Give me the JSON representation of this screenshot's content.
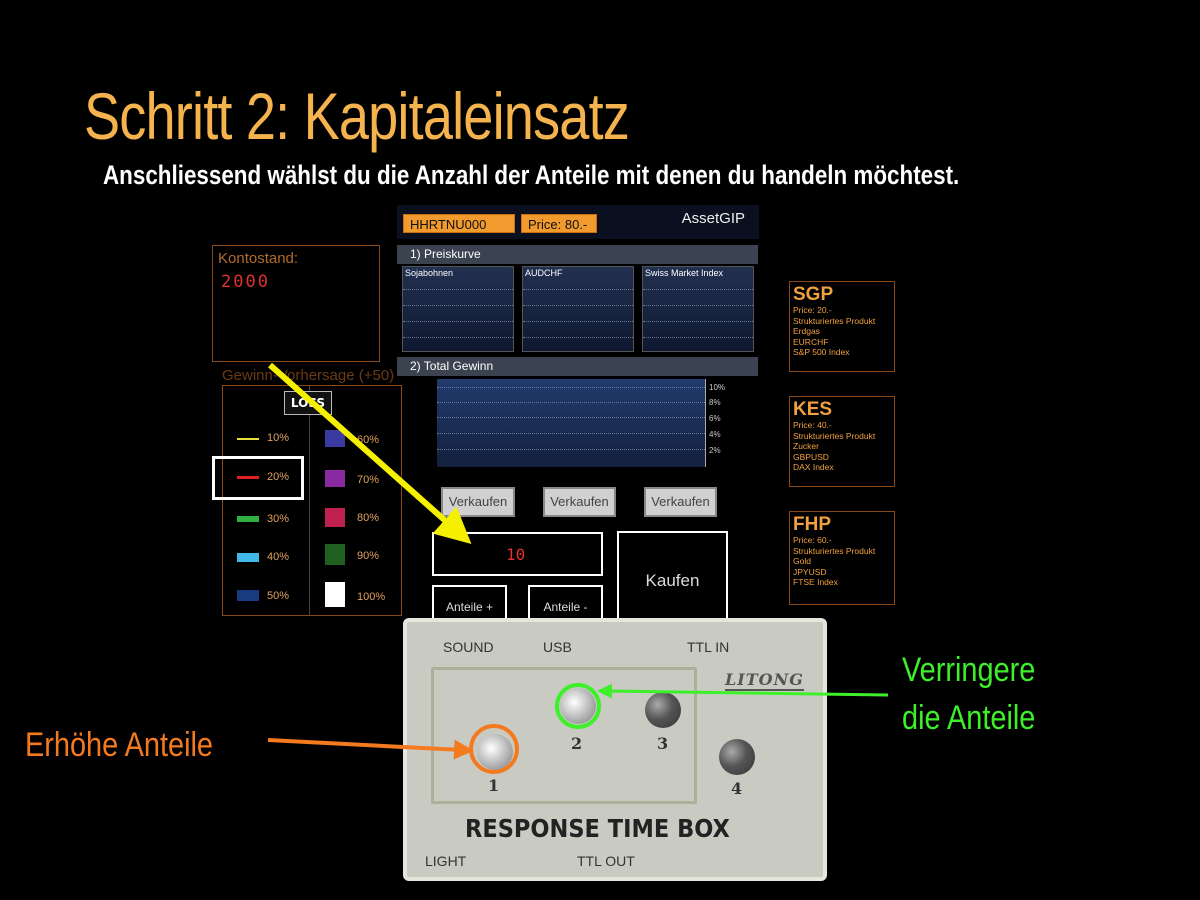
{
  "heading": {
    "title": "Schritt 2: Kapitaleinsatz",
    "subtitle": "Anschliessend wählst du die Anzahl der Anteile mit denen du handeln möchtest."
  },
  "app": {
    "ticker": "HHRTNU000",
    "price_tag": "Price: 80.-",
    "brand": "AssetGIP",
    "section1": "1) Preiskurve",
    "section2": "2) Total Gewinn",
    "charts": [
      "Sojabohnen",
      "AUDCHF",
      "Swiss Market Index"
    ],
    "percent_ticks": [
      "10%",
      "8%",
      "6%",
      "4%",
      "2%"
    ],
    "sell_buttons": [
      "Verkaufen",
      "Verkaufen",
      "Verkaufen"
    ],
    "shares_display": "10",
    "buy_label": "Kaufen",
    "shares_plus": "Anteile +",
    "shares_minus": "Anteile -"
  },
  "account": {
    "label": "Kontostand:",
    "value": "2000"
  },
  "forecast": {
    "label": "Gewinn-Vorhersage (+50)",
    "loss_button": "LOSS",
    "items_left": [
      {
        "label": "10%",
        "color": "#e8e040"
      },
      {
        "label": "20%",
        "color": "#e02020"
      },
      {
        "label": "30%",
        "color": "#30b040"
      },
      {
        "label": "40%",
        "color": "#40b8e8"
      },
      {
        "label": "50%",
        "color": "#1a3a80"
      }
    ],
    "items_right": [
      {
        "label": "60%",
        "color": "#3a3aa0"
      },
      {
        "label": "70%",
        "color": "#8a2aa0"
      },
      {
        "label": "80%",
        "color": "#c02050"
      },
      {
        "label": "90%",
        "color": "#206020"
      },
      {
        "label": "100%",
        "color": "#ffffff"
      }
    ]
  },
  "assets": [
    {
      "code": "SGP",
      "lines": [
        "Price: 20.-",
        "Strukturiertes Produkt",
        "Erdgas",
        "EURCHF",
        "S&P 500 Index"
      ]
    },
    {
      "code": "KES",
      "lines": [
        "Price: 40.-",
        "Strukturiertes Produkt",
        "Zucker",
        "GBPUSD",
        "DAX Index"
      ]
    },
    {
      "code": "FHP",
      "lines": [
        "Price: 60.-",
        "Strukturiertes Produkt",
        "Gold",
        "JPYUSD",
        "FTSE Index"
      ]
    }
  ],
  "device": {
    "sound": "SOUND",
    "usb": "USB",
    "ttl_in": "TTL IN",
    "light": "LIGHT",
    "ttl_out": "TTL OUT",
    "title": "RESPONSE TIME BOX",
    "logo": "LITONG",
    "buttons": [
      "1",
      "2",
      "3",
      "4"
    ]
  },
  "callouts": {
    "increase": "Erhöhe Anteile",
    "decrease_line1": "Verringere",
    "decrease_line2": "die Anteile",
    "colors": {
      "orange": "#f47a20",
      "green": "#3ef02a",
      "yellow": "#f5f000"
    }
  }
}
